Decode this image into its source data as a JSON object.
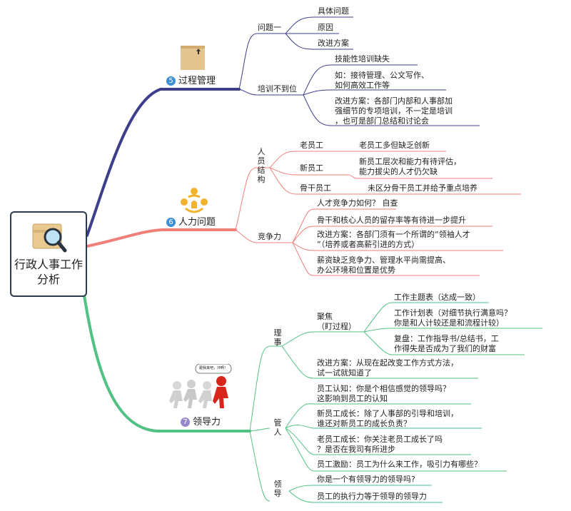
{
  "root": {
    "title": "行政人事工作分析"
  },
  "colors": {
    "branch5": "#3d3f8a",
    "branch6": "#f07f7a",
    "branch7": "#52c184",
    "badge5": "#3a8fd6",
    "badge6": "#3a8fd6",
    "badge7": "#9a88cc"
  },
  "branch5": {
    "label": "过程管理",
    "badge": "5",
    "groups": [
      {
        "label": "问题一",
        "items": [
          "具体问题",
          "原因",
          "改进方案"
        ]
      },
      {
        "label": "培训不到位",
        "items": [
          "技能性培训缺失",
          "如：接待管理、公文写作、\n如何高效工作等",
          "改进方案：各部门内部和人事部加\n强细节的专项培训，不一定是培训\n，也可是部门总结和讨论会"
        ]
      }
    ]
  },
  "branch6": {
    "label": "人力问题",
    "badge": "6",
    "group1": {
      "label": "人员结构",
      "rows": [
        {
          "label": "老员工",
          "detail": "老员工多但缺乏创新"
        },
        {
          "label": "新员工",
          "detail": "新员工层次和能力有待评估，\n能力拔尖的人才仍欠缺"
        },
        {
          "label": "骨干员工",
          "detail": "未区分骨干员工并给予重点培养"
        }
      ]
    },
    "group2": {
      "label": "竞争力",
      "items": [
        "人才竞争力如何？ 自查",
        "骨干和核心人员的留存率等有待进一步提升",
        "改进方案：各部门须有一个所谓的“领袖人才\n”（培养或者高薪引进的方式）",
        "薪资缺乏竞争力、管理水平尚需提高、\n办公环境和位置是优势"
      ]
    }
  },
  "branch7": {
    "label": "领导力",
    "badge": "7",
    "icon_caption": "跟我来吧，冲啊！",
    "group1": {
      "label": "理事",
      "focus": {
        "label": "聚焦\n（盯过程）",
        "items": [
          "工作主题表（达成一致）",
          "工作计划表（对细节执行满意吗？\n你是和人计较还是和流程计较）",
          "复盘：工作指导书/总结书，工\n作得失是否成为了我们的财富"
        ]
      },
      "improve": "改进方案：从现在起改变工作方式方法，\n试一试就知道了"
    },
    "group2": {
      "label": "管人",
      "items": [
        "员工认知：你是个相信感觉的领导吗？\n这影响到员工的认知",
        "新员工成长：除了人事部的引导和培训，\n谁还对新员工的成长负责？",
        "老员工成长：你关注老员工成长了吗\n？是否在我司有所进步",
        "员工激励：员工为什么来工作，吸引力有哪些？"
      ]
    },
    "group3": {
      "label": "领导",
      "items": [
        "你是一个有领导力的领导吗?",
        "员工的执行力等于领导的领导力"
      ]
    }
  }
}
